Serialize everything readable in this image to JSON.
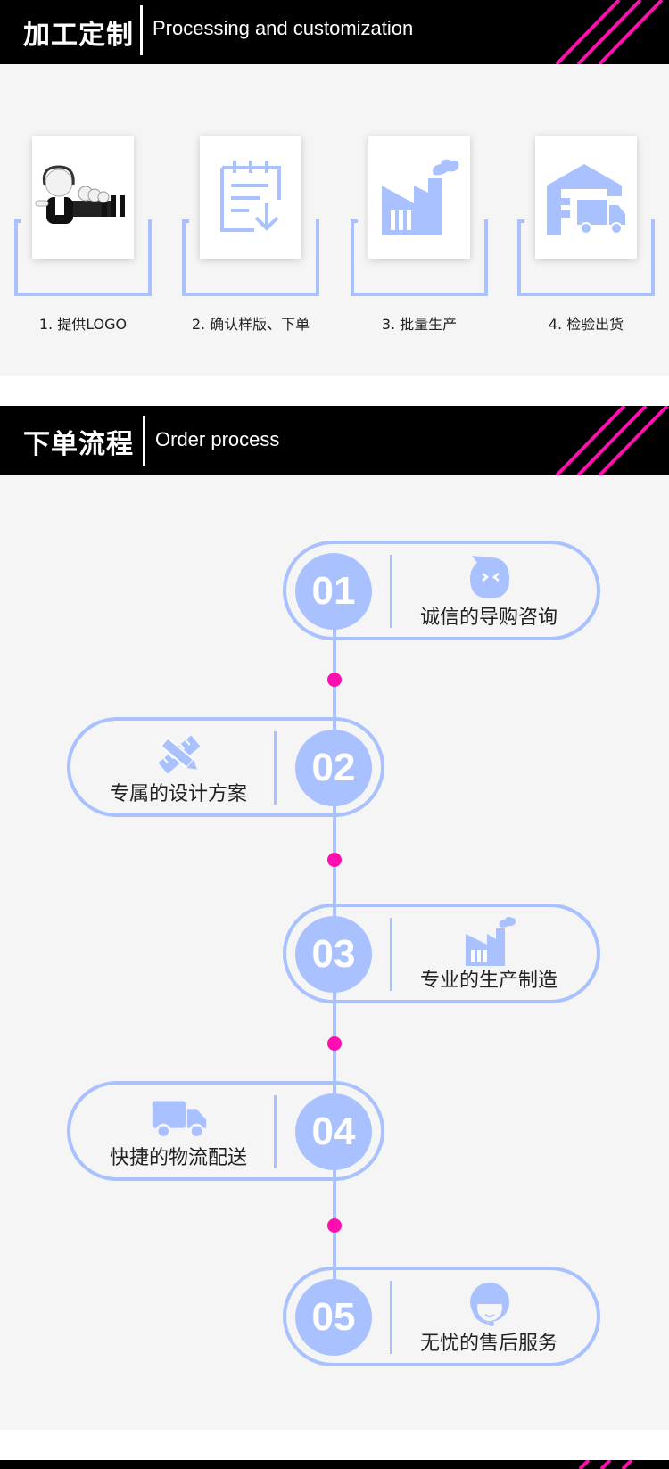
{
  "section1": {
    "title_cn": "加工定制",
    "title_en": "Processing and customization",
    "steps": [
      {
        "label": "1. 提供LOGO",
        "icon": "customer-service-people-icon"
      },
      {
        "label": "2. 确认样版、下单",
        "icon": "clipboard-download-icon"
      },
      {
        "label": "3. 批量生产",
        "icon": "factory-icon"
      },
      {
        "label": "4. 检验出货",
        "icon": "warehouse-truck-icon"
      }
    ]
  },
  "section2": {
    "title_cn": "下单流程",
    "title_en": "Order process",
    "steps": [
      {
        "num": "01",
        "label": "诚信的导购咨询",
        "icon": "chat-bubble-icon"
      },
      {
        "num": "02",
        "label": "专属的设计方案",
        "icon": "pencil-ruler-icon"
      },
      {
        "num": "03",
        "label": "专业的生产制造",
        "icon": "factory-icon"
      },
      {
        "num": "04",
        "label": "快捷的物流配送",
        "icon": "truck-icon"
      },
      {
        "num": "05",
        "label": "无忧的售后服务",
        "icon": "headset-agent-icon"
      }
    ]
  },
  "colors": {
    "accent": "#a9c1ff",
    "stripe": "#ff0fb0",
    "bar": "#000000",
    "background": "#f5f5f5"
  }
}
